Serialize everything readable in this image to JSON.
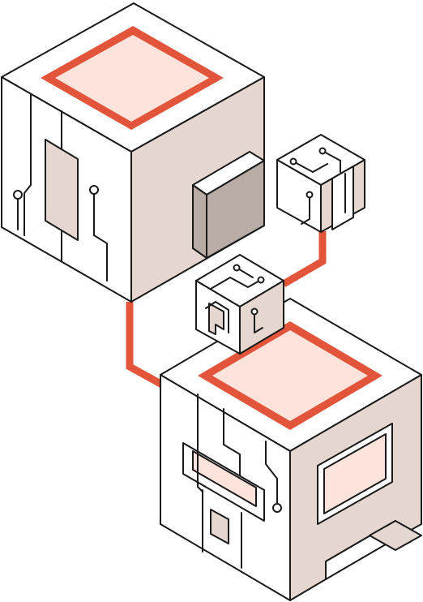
{
  "colors": {
    "outline": "#1a1a1a",
    "face_white": "#ffffff",
    "face_tan": "#e5d6cf",
    "face_gray": "#b8aca5",
    "accent_red": "#e2553a",
    "accent_pink": "#fde3db"
  },
  "diagram": {
    "description_visible_text": "",
    "elements": [
      "large-cube-top-left",
      "large-cube-bottom-right",
      "small-cube-right",
      "small-cube-middle",
      "red-connector-lines"
    ]
  }
}
